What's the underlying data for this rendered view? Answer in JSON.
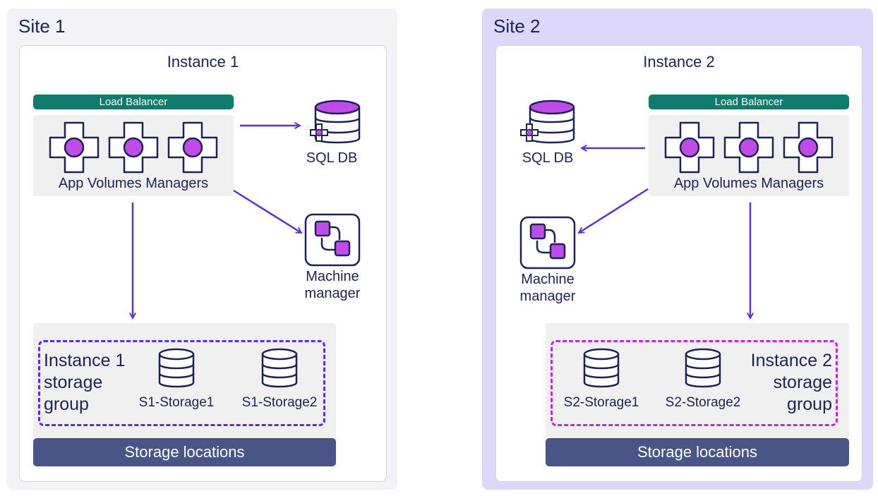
{
  "site1": {
    "title": "Site 1",
    "instance": {
      "title": "Instance 1",
      "load_balancer": "Load Balancer",
      "managers_label": "App Volumes Managers",
      "sql_db": "SQL DB",
      "machine_manager": [
        "Machine",
        "manager"
      ],
      "storage_group": [
        "Instance 1",
        "storage",
        "group"
      ],
      "storages": [
        "S1-Storage1",
        "S1-Storage2"
      ],
      "storage_locations": "Storage locations"
    }
  },
  "site2": {
    "title": "Site 2",
    "instance": {
      "title": "Instance 2",
      "load_balancer": "Load Balancer",
      "managers_label": "App Volumes Managers",
      "sql_db": "SQL DB",
      "machine_manager": [
        "Machine",
        "manager"
      ],
      "storage_group": [
        "Instance 2",
        "storage",
        "group"
      ],
      "storages": [
        "S2-Storage1",
        "S2-Storage2"
      ],
      "storage_locations": "Storage locations"
    }
  },
  "colors": {
    "navy": "#1c2457",
    "purple_arrow": "#5b2ee0",
    "magenta": "#c62bd6",
    "icon_fill": "#c04be8",
    "teal": "#0f7b6d",
    "storage_bar": "#4a5587",
    "site2_bg": "#ddd8f9"
  }
}
